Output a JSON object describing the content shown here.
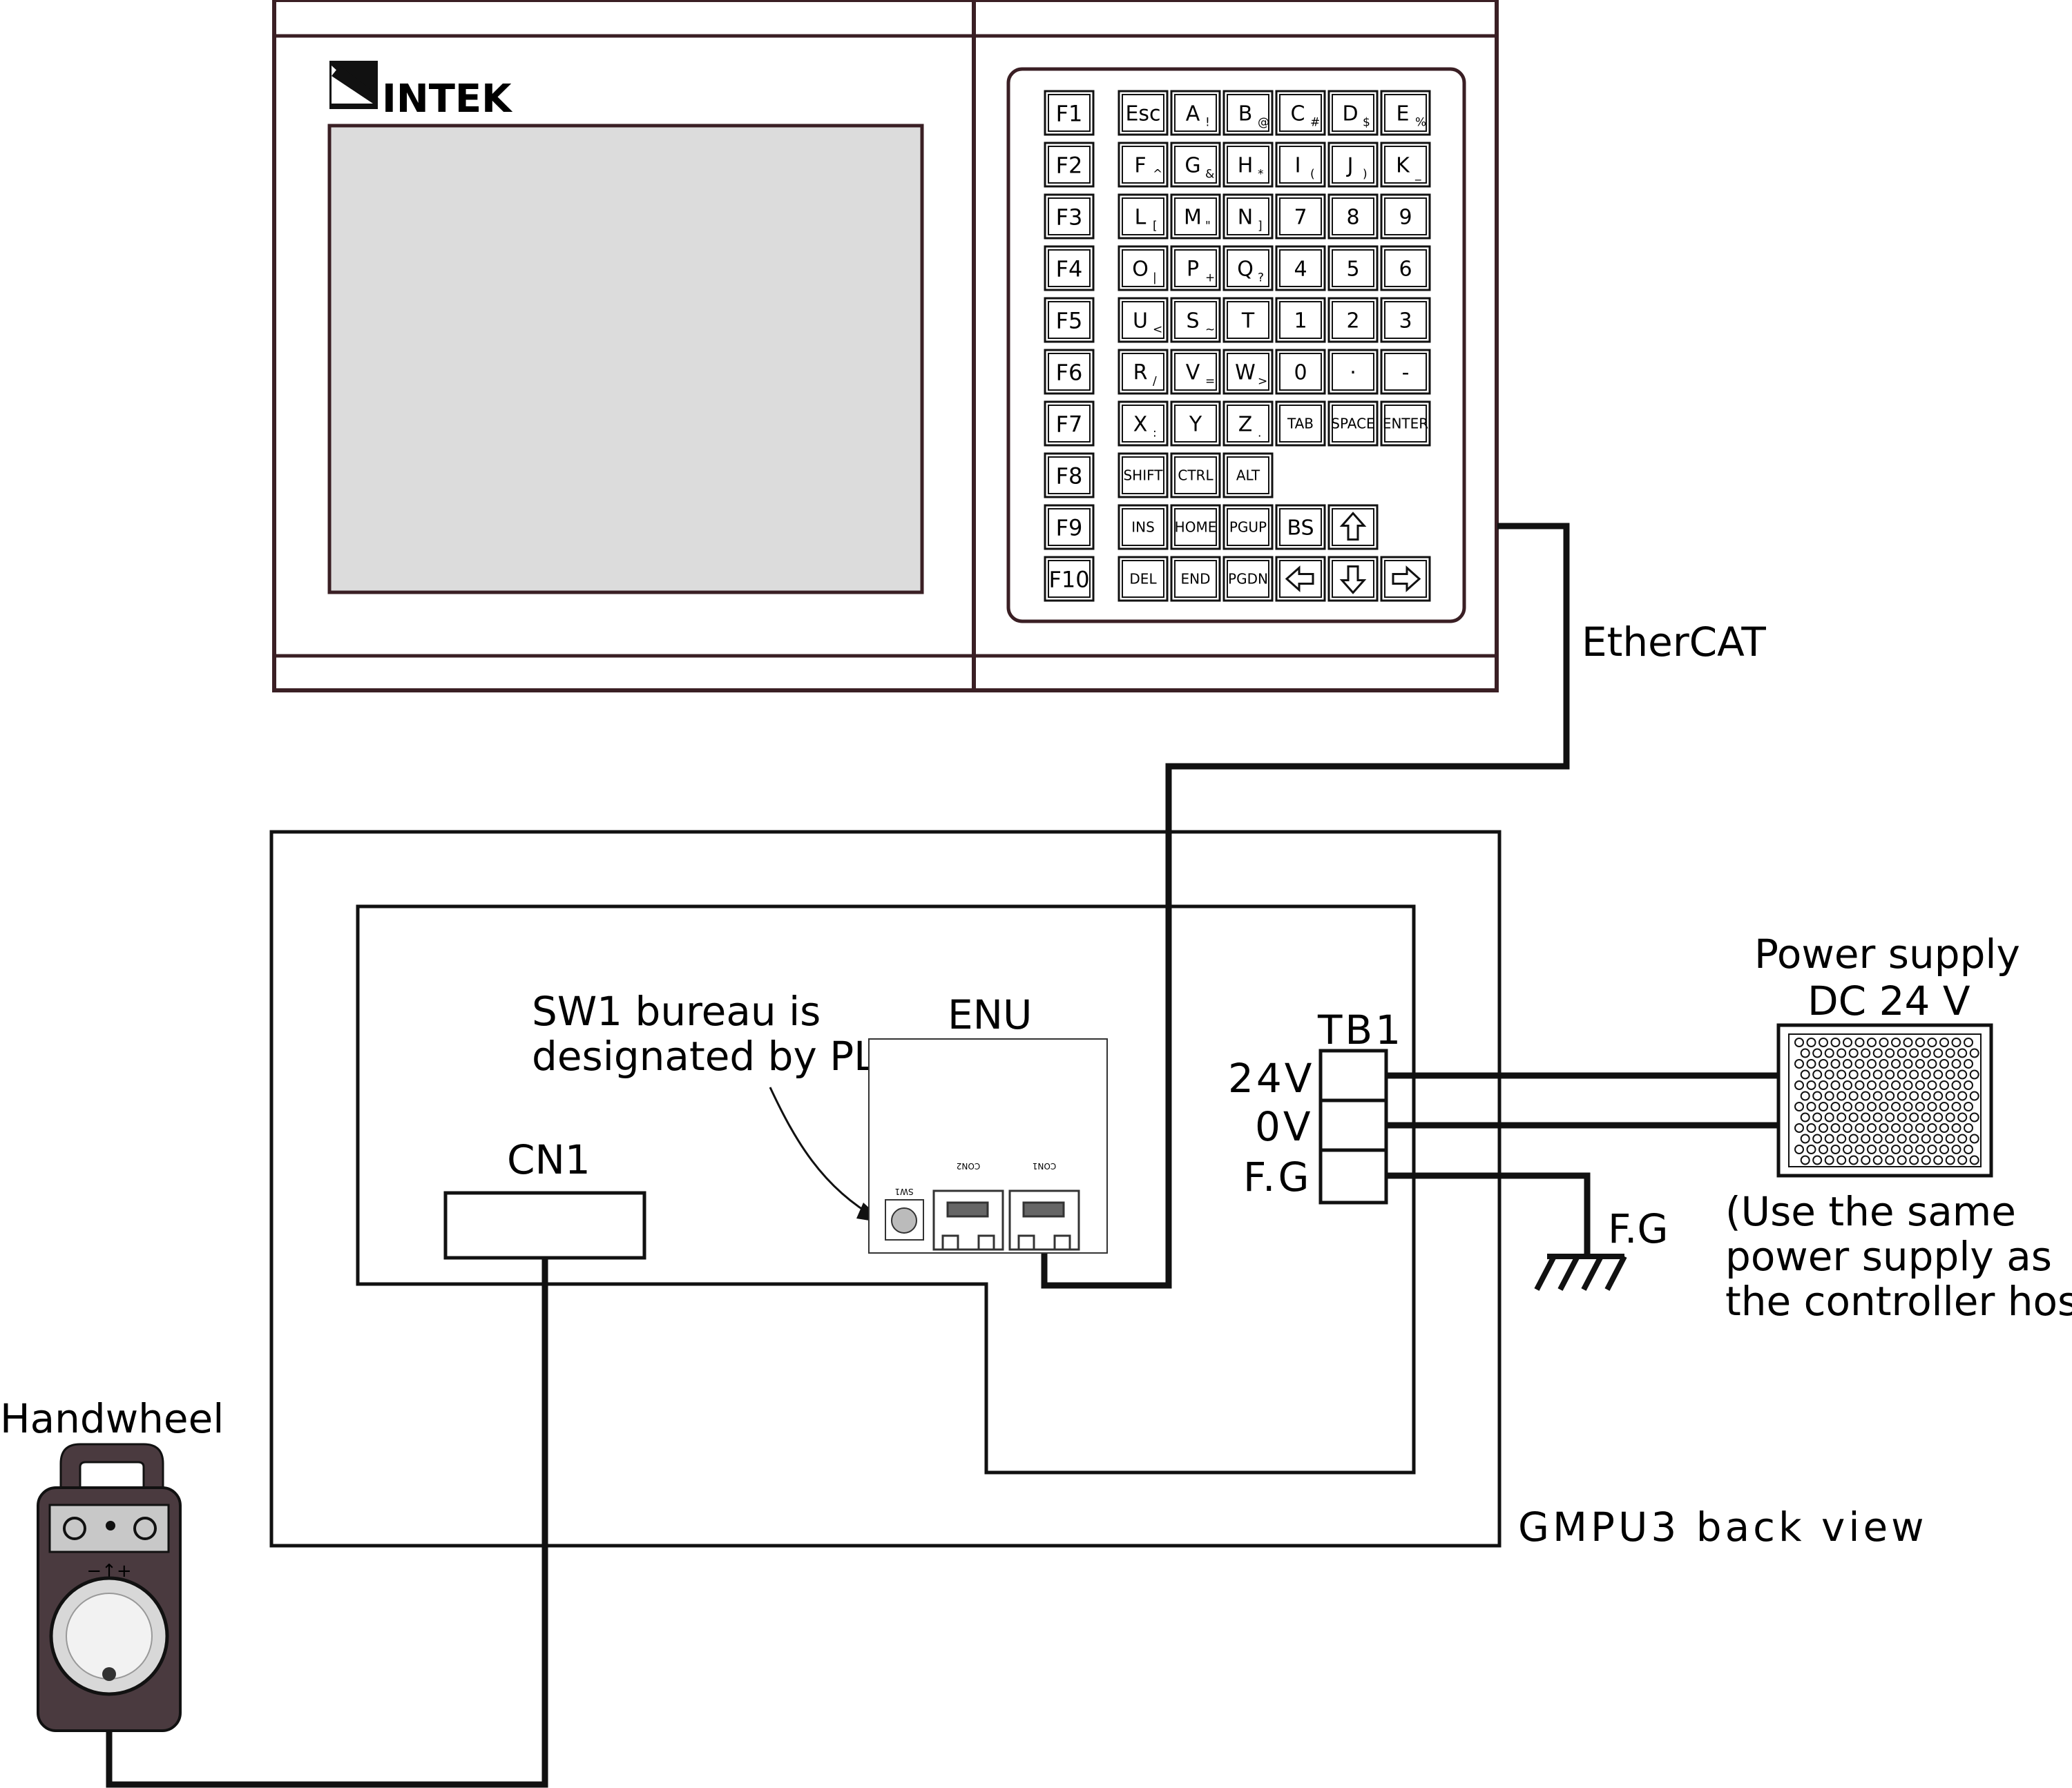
{
  "controller": {
    "logo": "INTEK",
    "function_keys": [
      "F1",
      "F2",
      "F3",
      "F4",
      "F5",
      "F6",
      "F7",
      "F8",
      "F9",
      "F10"
    ],
    "keys": [
      [
        {
          "t": "Esc"
        },
        {
          "t": "A",
          "s": "!"
        },
        {
          "t": "B",
          "s": "@"
        },
        {
          "t": "C",
          "s": "#"
        },
        {
          "t": "D",
          "s": "$"
        },
        {
          "t": "E",
          "s": "%"
        }
      ],
      [
        {
          "t": "F",
          "s": "^"
        },
        {
          "t": "G",
          "s": "&"
        },
        {
          "t": "H",
          "s": "*"
        },
        {
          "t": "I",
          "s": "("
        },
        {
          "t": "J",
          "s": ")"
        },
        {
          "t": "K",
          "s": "_"
        }
      ],
      [
        {
          "t": "L",
          "s": "["
        },
        {
          "t": "M",
          "s": "\""
        },
        {
          "t": "N",
          "s": "]"
        },
        {
          "t": "7"
        },
        {
          "t": "8"
        },
        {
          "t": "9"
        }
      ],
      [
        {
          "t": "O",
          "s": "|"
        },
        {
          "t": "P",
          "s": "+"
        },
        {
          "t": "Q",
          "s": "?"
        },
        {
          "t": "4"
        },
        {
          "t": "5"
        },
        {
          "t": "6"
        }
      ],
      [
        {
          "t": "U",
          "s": "<"
        },
        {
          "t": "S",
          "s": "~"
        },
        {
          "t": "T"
        },
        {
          "t": "1"
        },
        {
          "t": "2"
        },
        {
          "t": "3"
        }
      ],
      [
        {
          "t": "R",
          "s": "/"
        },
        {
          "t": "V",
          "s": "="
        },
        {
          "t": "W",
          "s": ">"
        },
        {
          "t": "0"
        },
        {
          "t": "·"
        },
        {
          "t": "-"
        }
      ],
      [
        {
          "t": "X",
          "s": ":"
        },
        {
          "t": "Y"
        },
        {
          "t": "Z",
          "s": "."
        },
        {
          "t": "TAB",
          "small": true
        },
        {
          "t": "SPACE",
          "small": true
        },
        {
          "t": "ENTER",
          "small": true
        }
      ],
      [
        {
          "t": "SHIFT",
          "small": true
        },
        {
          "t": "CTRL",
          "small": true
        },
        {
          "t": "ALT",
          "small": true
        }
      ],
      [
        {
          "t": "INS",
          "small": true
        },
        {
          "t": "HOME",
          "small": true
        },
        {
          "t": "PGUP",
          "small": true
        },
        {
          "t": "BS"
        },
        {
          "icon": "arrow-up-icon"
        }
      ],
      [
        {
          "t": "DEL",
          "small": true
        },
        {
          "t": "END",
          "small": true
        },
        {
          "t": "PGDN",
          "small": true
        },
        {
          "icon": "arrow-left-icon"
        },
        {
          "icon": "arrow-down-icon"
        },
        {
          "icon": "arrow-right-icon"
        }
      ]
    ]
  },
  "labels": {
    "ethercat": "EtherCAT",
    "sw1_note_line1": "SW1 bureau is",
    "sw1_note_line2": "designated by PLC",
    "enu": "ENU",
    "cn1": "CN1",
    "tb1": "TB1",
    "tb1_24v": "24V",
    "tb1_0v": "0V",
    "tb1_fg": "F.G",
    "ground_fg": "F.G",
    "power_line1": "Power supply",
    "power_line2": "DC 24 V",
    "power_note_line1": "(Use the same",
    "power_note_line2": "power supply as",
    "power_note_line3": "the controller host)",
    "handwheel": "Handwheel",
    "gmpu3": "GMPU3 back view",
    "sw1": "SW1",
    "con1": "CON1",
    "con2": "CON2",
    "handwheel_sign": "−↑+"
  }
}
